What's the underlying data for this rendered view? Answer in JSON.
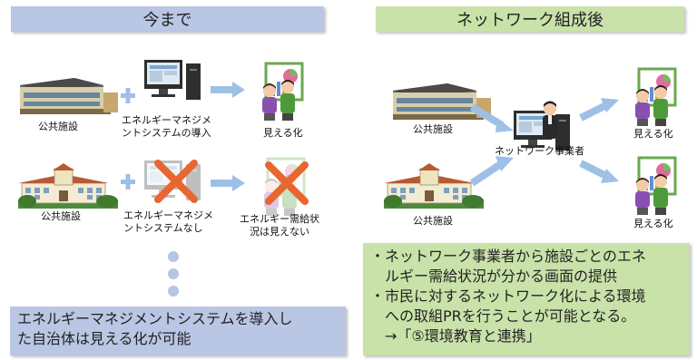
{
  "left": {
    "header": "今まで",
    "row1": {
      "facility_label": "公共施設",
      "system_label_line1": "エネルギーマネジメ",
      "system_label_line2": "ントシステムの導入",
      "result_label": "見える化"
    },
    "row2": {
      "facility_label": "公共施設",
      "system_label_line1": "エネルギーマネジメ",
      "system_label_line2": "ントシステムなし",
      "result_label_line1": "エネルギー需給状",
      "result_label_line2": "況は見えない"
    },
    "conclusion_line1": "エネルギーマネジメントシステムを導入し",
    "conclusion_line2": "た自治体は見える化が可能"
  },
  "right": {
    "header": "ネットワーク組成後",
    "facility_label_top": "公共施設",
    "facility_label_bottom": "公共施設",
    "operator_label": "ネットワーク事業者",
    "result_label_top": "見える化",
    "result_label_bottom": "見える化",
    "notes": [
      "・ネットワーク事業者から施設ごとのエネ",
      "　ルギー需給状況が分かる画面の提供",
      "・市民に対するネットワーク化による環境",
      "　への取組PRを行うことが可能となる。",
      "　→「⑤環境教育と連携」"
    ]
  },
  "colors": {
    "left_accent": "#b9c6e4",
    "right_accent": "#c8e2a9",
    "arrow": "#8fb3dc",
    "cross": "#e8662f"
  }
}
